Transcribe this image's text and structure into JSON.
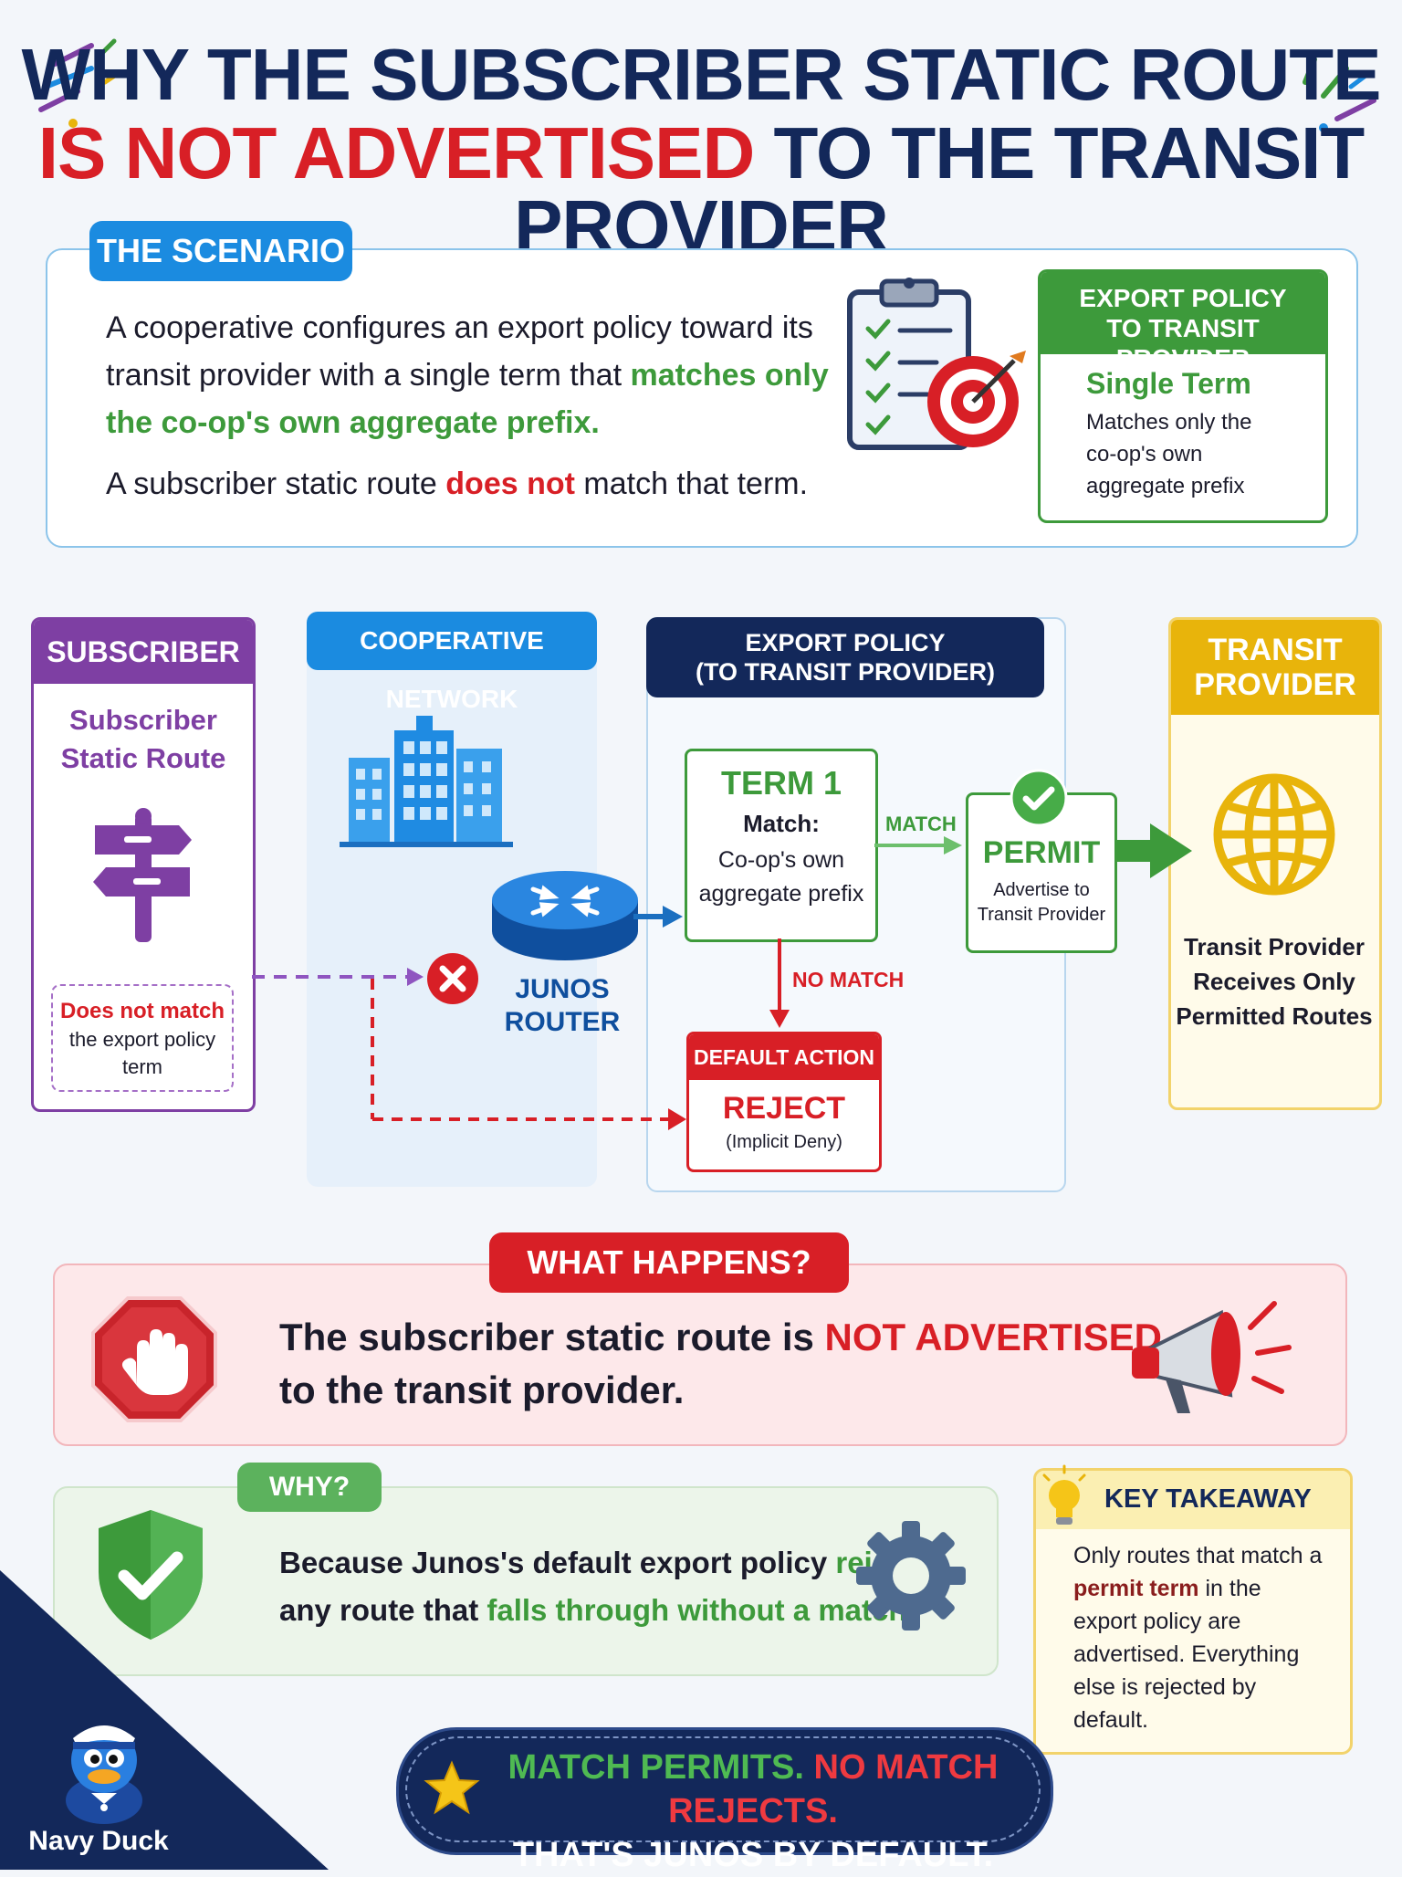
{
  "title": {
    "line1": "WHY THE SUBSCRIBER STATIC ROUTE",
    "line2_red": "IS NOT ADVERTISED",
    "line2_rest": " TO THE TRANSIT PROVIDER"
  },
  "scenario": {
    "tag": "THE SCENARIO",
    "p1_a": "A cooperative configures an export policy toward its transit provider with a single term that ",
    "p1_highlight": "matches only the co-op's own aggregate prefix.",
    "p2_a": "A subscriber static route ",
    "p2_highlight": "does not",
    "p2_b": " match that term.",
    "card_header_1": "EXPORT POLICY",
    "card_header_2": "TO TRANSIT PROVIDER",
    "card_title": "Single Term",
    "card_body": "Matches only the co-op's own aggregate prefix"
  },
  "flow": {
    "subscriber_header": "SUBSCRIBER",
    "subscriber_sub1": "Subscriber",
    "subscriber_sub2": "Static Route",
    "nomatch_red": "Does not match",
    "nomatch_rest": "the export policy term",
    "coop_header": "COOPERATIVE NETWORK",
    "router_1": "JUNOS",
    "router_2": "ROUTER",
    "export_header_1": "EXPORT POLICY",
    "export_header_2": "(TO TRANSIT PROVIDER)",
    "term_title": "TERM 1",
    "term_match": "Match:",
    "term_line1": "Co-op's own",
    "term_line2": "aggregate prefix",
    "match_label": "MATCH",
    "nomatch_label": "NO MATCH",
    "permit_title": "PERMIT",
    "permit_line1": "Advertise to",
    "permit_line2": "Transit Provider",
    "default_header": "DEFAULT ACTION",
    "reject_title": "REJECT",
    "reject_sub": "(Implicit Deny)",
    "transit_header_1": "TRANSIT",
    "transit_header_2": "PROVIDER",
    "transit_line1": "Transit Provider",
    "transit_line2": "Receives Only",
    "transit_line3": "Permitted Routes"
  },
  "happens": {
    "tag": "WHAT HAPPENS?",
    "line1_a": "The subscriber static route is ",
    "line1_red": "NOT ADVERTISED",
    "line2": "to the transit provider."
  },
  "why": {
    "tag": "WHY?",
    "line1_a": "Because Junos's default export policy ",
    "line1_green": "rejects",
    "line2_a": "any route that ",
    "line2_green": "falls through without a match."
  },
  "takeaway": {
    "header": "KEY TAKEAWAY",
    "t1": "Only routes that match a ",
    "t_highlight": "permit term",
    "t2": " in the export policy are advertised. Everything else is rejected by default."
  },
  "banner": {
    "green": "MATCH PERMITS.",
    "red": " NO MATCH REJECTS.",
    "line2": "THAT'S JUNOS BY DEFAULT."
  },
  "brand": "Navy Duck",
  "colors": {
    "navy": "#13285a",
    "red": "#d81f26",
    "green": "#3d9a3b",
    "blue": "#1b8be0",
    "purple": "#7e3fa3",
    "gold": "#e8b40b"
  }
}
